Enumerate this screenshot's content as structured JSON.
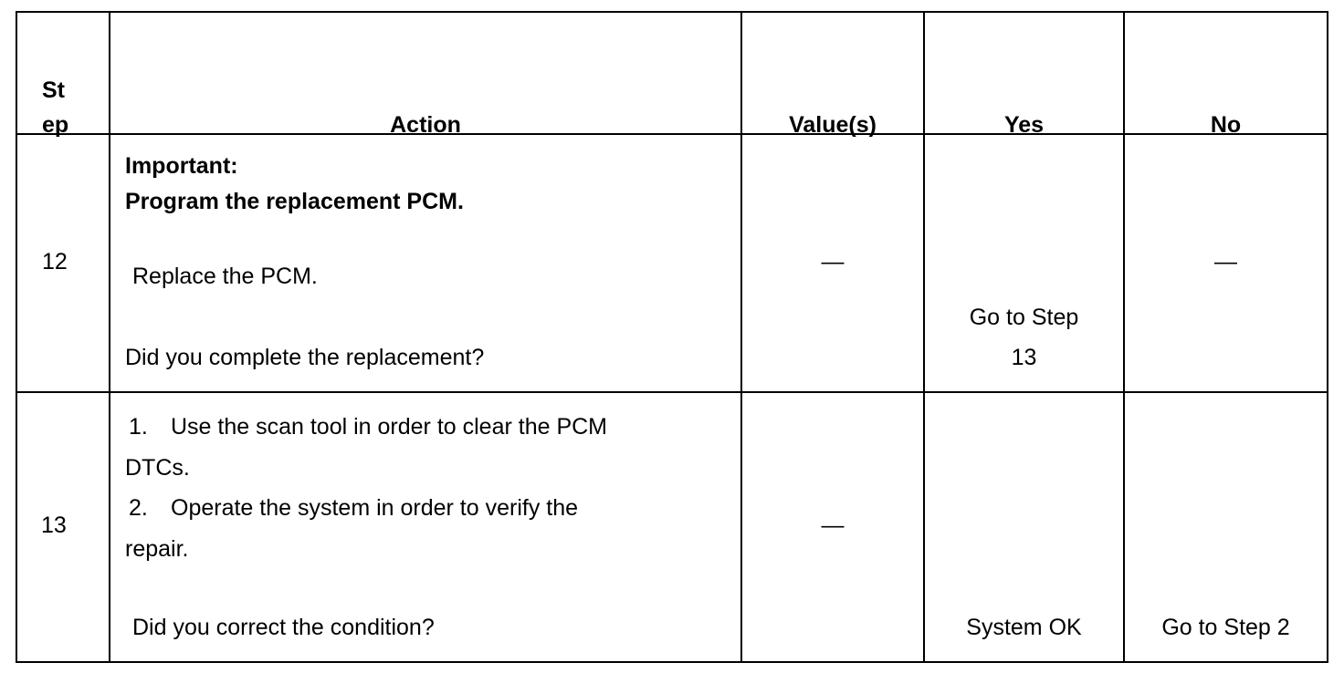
{
  "header": {
    "step_line1": "St",
    "step_line2": "ep",
    "action": "Action",
    "values": "Value(s)",
    "yes": "Yes",
    "no": "No"
  },
  "rows": [
    {
      "step": "12",
      "important_label": "Important:",
      "important_text": "Program the replacement PCM.",
      "instruction": "Replace the PCM.",
      "question": "Did you complete the replacement?",
      "value": "—",
      "yes_line1": "Go to Step",
      "yes_line2": "13",
      "no": "—"
    },
    {
      "step": "13",
      "item1_num": "1.",
      "item1_line1": "Use the scan tool in order to clear the PCM",
      "item1_line2": "DTCs.",
      "item2_num": "2.",
      "item2_line1": "Operate the system in order to verify the",
      "item2_line2": "repair.",
      "question": "Did you correct the condition?",
      "value": "—",
      "yes": "System OK",
      "no": "Go to Step 2"
    }
  ]
}
